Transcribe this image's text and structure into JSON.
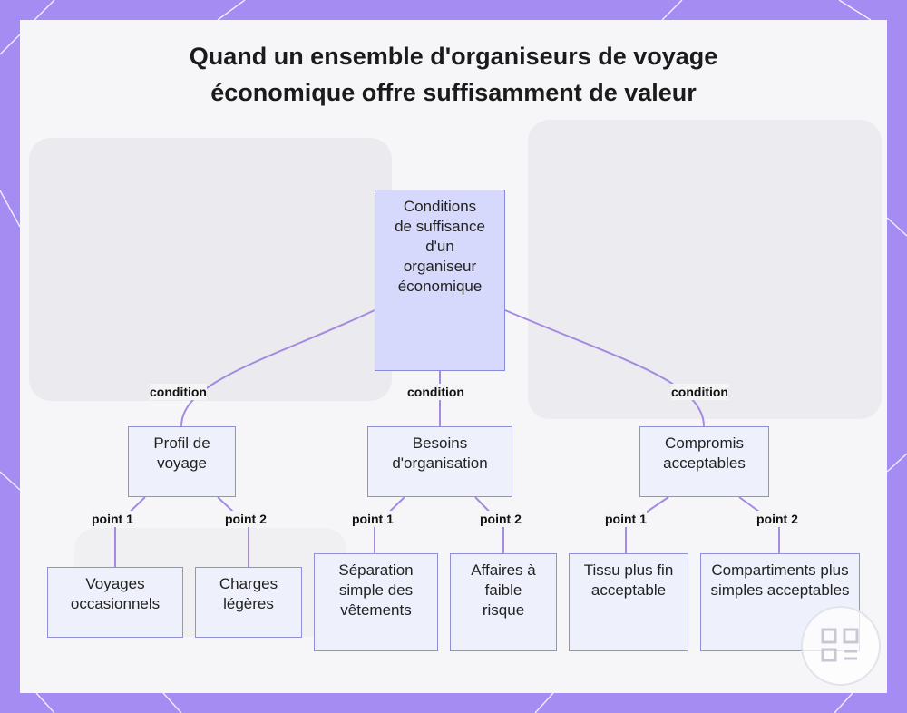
{
  "title": "Quand un ensemble d'organiseurs de voyage économique offre suffisamment de valeur",
  "colors": {
    "frame": "#a48cf2",
    "root_fill": "#d6d9fb",
    "node_fill": "#eef0fb",
    "node_border": "#9090d4",
    "edge": "#a48ae0"
  },
  "nodes": {
    "root": "Conditions de suffisance d'un organiseur économique",
    "profil": "Profil de voyage",
    "besoins": "Besoins d'organisation",
    "compromis": "Compromis acceptables",
    "voyages": "Voyages occasionnels",
    "charges": "Charges légères",
    "separation": "Séparation simple des vêtements",
    "affaires": "Affaires à faible risque",
    "tissu": "Tissu plus fin acceptable",
    "compartiments": "Compartiments plus simples acceptables"
  },
  "edge_labels": {
    "condition_1": "condition",
    "condition_2": "condition",
    "condition_3": "condition",
    "profil_point_1": "point 1",
    "profil_point_2": "point 2",
    "besoins_point_1": "point 1",
    "besoins_point_2": "point 2",
    "compromis_point_1": "point 1",
    "compromis_point_2": "point 2"
  },
  "watermark_icon": "qr-logo-icon"
}
